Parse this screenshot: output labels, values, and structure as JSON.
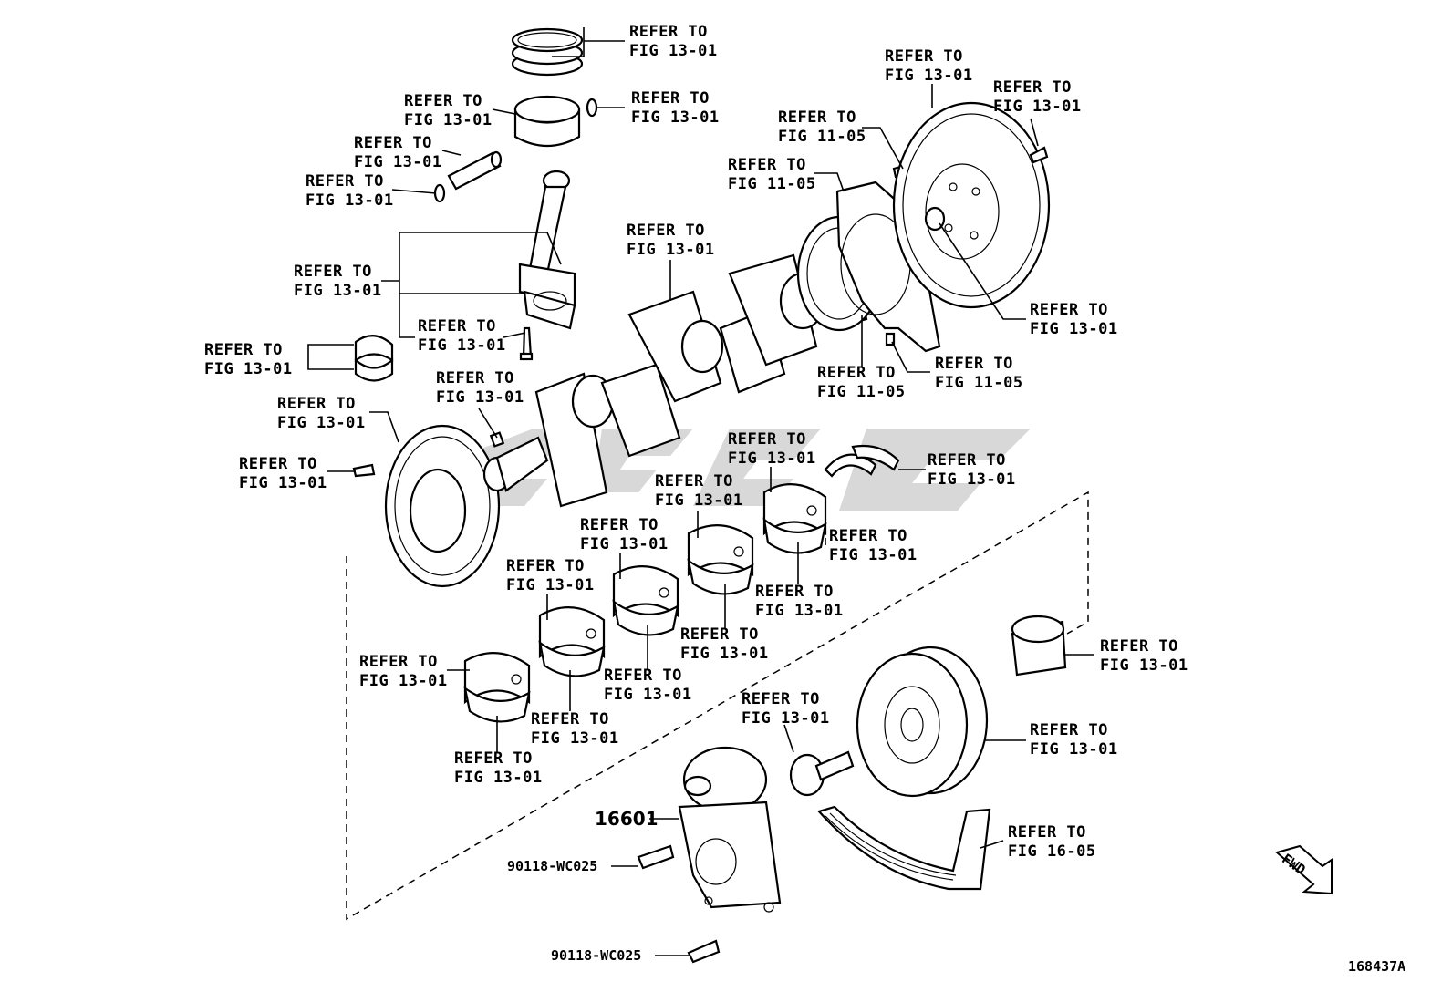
{
  "diagram": {
    "figure_id": "168437A",
    "fwd_label": "FWD",
    "callouts": [
      {
        "id": "piston-rings",
        "line1": "REFER TO",
        "line2": "FIG 13-01"
      },
      {
        "id": "piston",
        "line1": "REFER TO",
        "line2": "FIG 13-01"
      },
      {
        "id": "snap-ring-top",
        "line1": "REFER TO",
        "line2": "FIG 13-01"
      },
      {
        "id": "piston-pin",
        "line1": "REFER TO",
        "line2": "FIG 13-01"
      },
      {
        "id": "snap-ring-left",
        "line1": "REFER TO",
        "line2": "FIG 13-01"
      },
      {
        "id": "connecting-rod",
        "line1": "REFER TO",
        "line2": "FIG 13-01"
      },
      {
        "id": "rod-bolt",
        "line1": "REFER TO",
        "line2": "FIG 13-01"
      },
      {
        "id": "rod-bearing",
        "line1": "REFER TO",
        "line2": "FIG 13-01"
      },
      {
        "id": "crank-key",
        "line1": "REFER TO",
        "line2": "FIG 13-01"
      },
      {
        "id": "timing-rotor",
        "line1": "REFER TO",
        "line2": "FIG 13-01"
      },
      {
        "id": "rotor-bolt",
        "line1": "REFER TO",
        "line2": "FIG 13-01"
      },
      {
        "id": "crankshaft",
        "line1": "REFER TO",
        "line2": "FIG 13-01"
      },
      {
        "id": "oil-seal-retainer-bolt",
        "line1": "REFER TO",
        "line2": "FIG 11-05"
      },
      {
        "id": "oil-seal-retainer",
        "line1": "REFER TO",
        "line2": "FIG 11-05"
      },
      {
        "id": "flywheel",
        "line1": "REFER TO",
        "line2": "FIG 13-01"
      },
      {
        "id": "flywheel-bolt",
        "line1": "REFER TO",
        "line2": "FIG 13-01"
      },
      {
        "id": "flywheel-spacer",
        "line1": "REFER TO",
        "line2": "FIG 13-01"
      },
      {
        "id": "rear-oil-seal",
        "line1": "REFER TO",
        "line2": "FIG 11-05"
      },
      {
        "id": "dowel-pin",
        "line1": "REFER TO",
        "line2": "FIG 11-05"
      },
      {
        "id": "thrust-washer",
        "line1": "REFER TO",
        "line2": "FIG 13-01"
      },
      {
        "id": "main-bearing-5-upper",
        "line1": "REFER TO",
        "line2": "FIG 13-01"
      },
      {
        "id": "main-bearing-5-lower",
        "line1": "REFER TO",
        "line2": "FIG 13-01"
      },
      {
        "id": "main-bearing-5-side",
        "line1": "REFER TO",
        "line2": "FIG 13-01"
      },
      {
        "id": "main-bearing-4-upper",
        "line1": "REFER TO",
        "line2": "FIG 13-01"
      },
      {
        "id": "main-bearing-4-lower",
        "line1": "REFER TO",
        "line2": "FIG 13-01"
      },
      {
        "id": "main-bearing-3-upper",
        "line1": "REFER TO",
        "line2": "FIG 13-01"
      },
      {
        "id": "main-bearing-3-lower",
        "line1": "REFER TO",
        "line2": "FIG 13-01"
      },
      {
        "id": "main-bearing-2-upper",
        "line1": "REFER TO",
        "line2": "FIG 13-01"
      },
      {
        "id": "main-bearing-2-lower",
        "line1": "REFER TO",
        "line2": "FIG 13-01"
      },
      {
        "id": "main-bearing-1-upper",
        "line1": "REFER TO",
        "line2": "FIG 13-01"
      },
      {
        "id": "main-bearing-1-lower",
        "line1": "REFER TO",
        "line2": "FIG 13-01"
      },
      {
        "id": "crank-pulley-bolt",
        "line1": "REFER TO",
        "line2": "FIG 13-01"
      },
      {
        "id": "crank-gear",
        "line1": "REFER TO",
        "line2": "FIG 13-01"
      },
      {
        "id": "crank-pulley",
        "line1": "REFER TO",
        "line2": "FIG 13-01"
      },
      {
        "id": "v-ribbed-belt",
        "line1": "REFER TO",
        "line2": "FIG 16-05"
      }
    ],
    "part_numbers": {
      "tensioner": "16601",
      "bolt_a": "90118-WC025",
      "bolt_b": "90118-WC025"
    }
  }
}
